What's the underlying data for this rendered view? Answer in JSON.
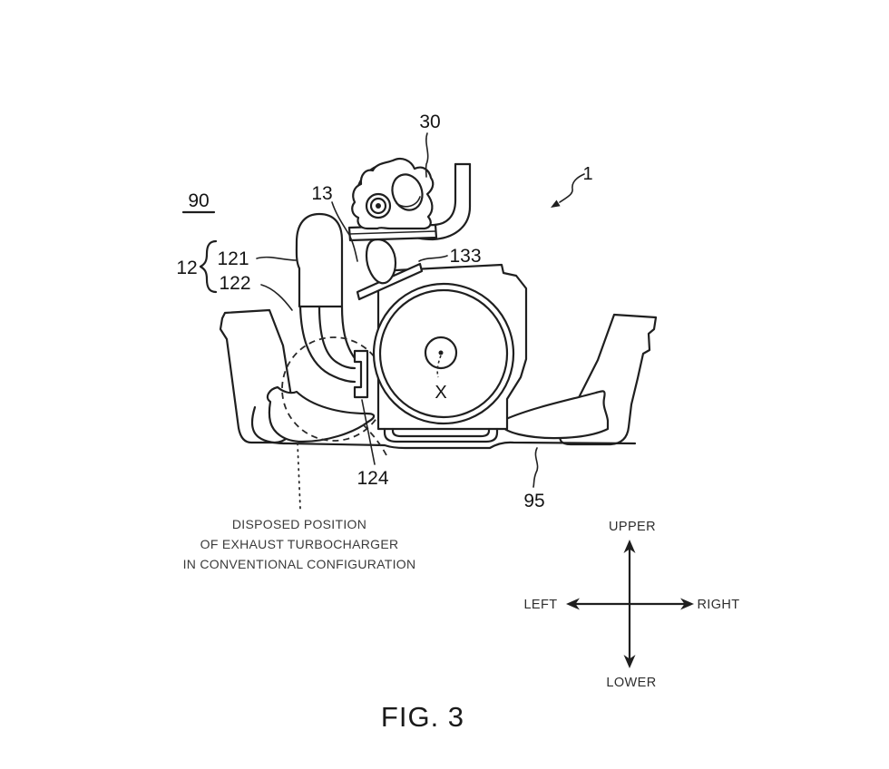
{
  "figure": {
    "caption": "FIG. 3"
  },
  "labels": {
    "overall_configuration": "90",
    "vehicle": "1",
    "turbocharger": "30",
    "exhaust_passage": "13",
    "intake_system": "12",
    "intake_brace": "{",
    "intake_duct_upper": "121",
    "intake_duct_lower": "122",
    "upper_bracket": "133",
    "lower_bracket": "124",
    "suspension_member": "95",
    "crank_axis": "X"
  },
  "annotation": {
    "line1": "DISPOSED POSITION",
    "line2": "OF EXHAUST TURBOCHARGER",
    "line3": "IN CONVENTIONAL CONFIGURATION"
  },
  "compass": {
    "upper": "UPPER",
    "lower": "LOWER",
    "left": "LEFT",
    "right": "RIGHT"
  }
}
